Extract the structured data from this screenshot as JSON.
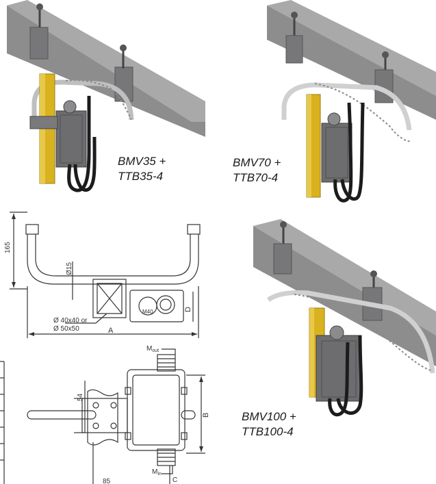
{
  "products": [
    {
      "name": "BMV35 +",
      "suffix": "TTB35-4"
    },
    {
      "name": "BMV70 +",
      "suffix": "TTB70-4"
    },
    {
      "name": "BMV100 +",
      "suffix": "TTB100-4"
    }
  ],
  "drawing_top": {
    "height": "165",
    "tube_diameter": "Ø15",
    "gland": "M40",
    "depth": "D",
    "width": "A",
    "profile_a": "Ø 40x40 or",
    "profile_b": "Ø 50x50"
  },
  "drawing_bottom": {
    "m_out": "M",
    "m_out_sub": "out",
    "m_in": "M",
    "m_in_sub": "in",
    "dim_54": "54",
    "dim_b": "B",
    "dim_85": "85",
    "dim_c": "C"
  },
  "colors": {
    "rail": "#8d8d8d",
    "rail_top": "#a9a9a9",
    "bracket_yellow": "#d9b21f",
    "box": "#6d6d70",
    "cable": "#1c1c1c",
    "line": "#333333"
  }
}
